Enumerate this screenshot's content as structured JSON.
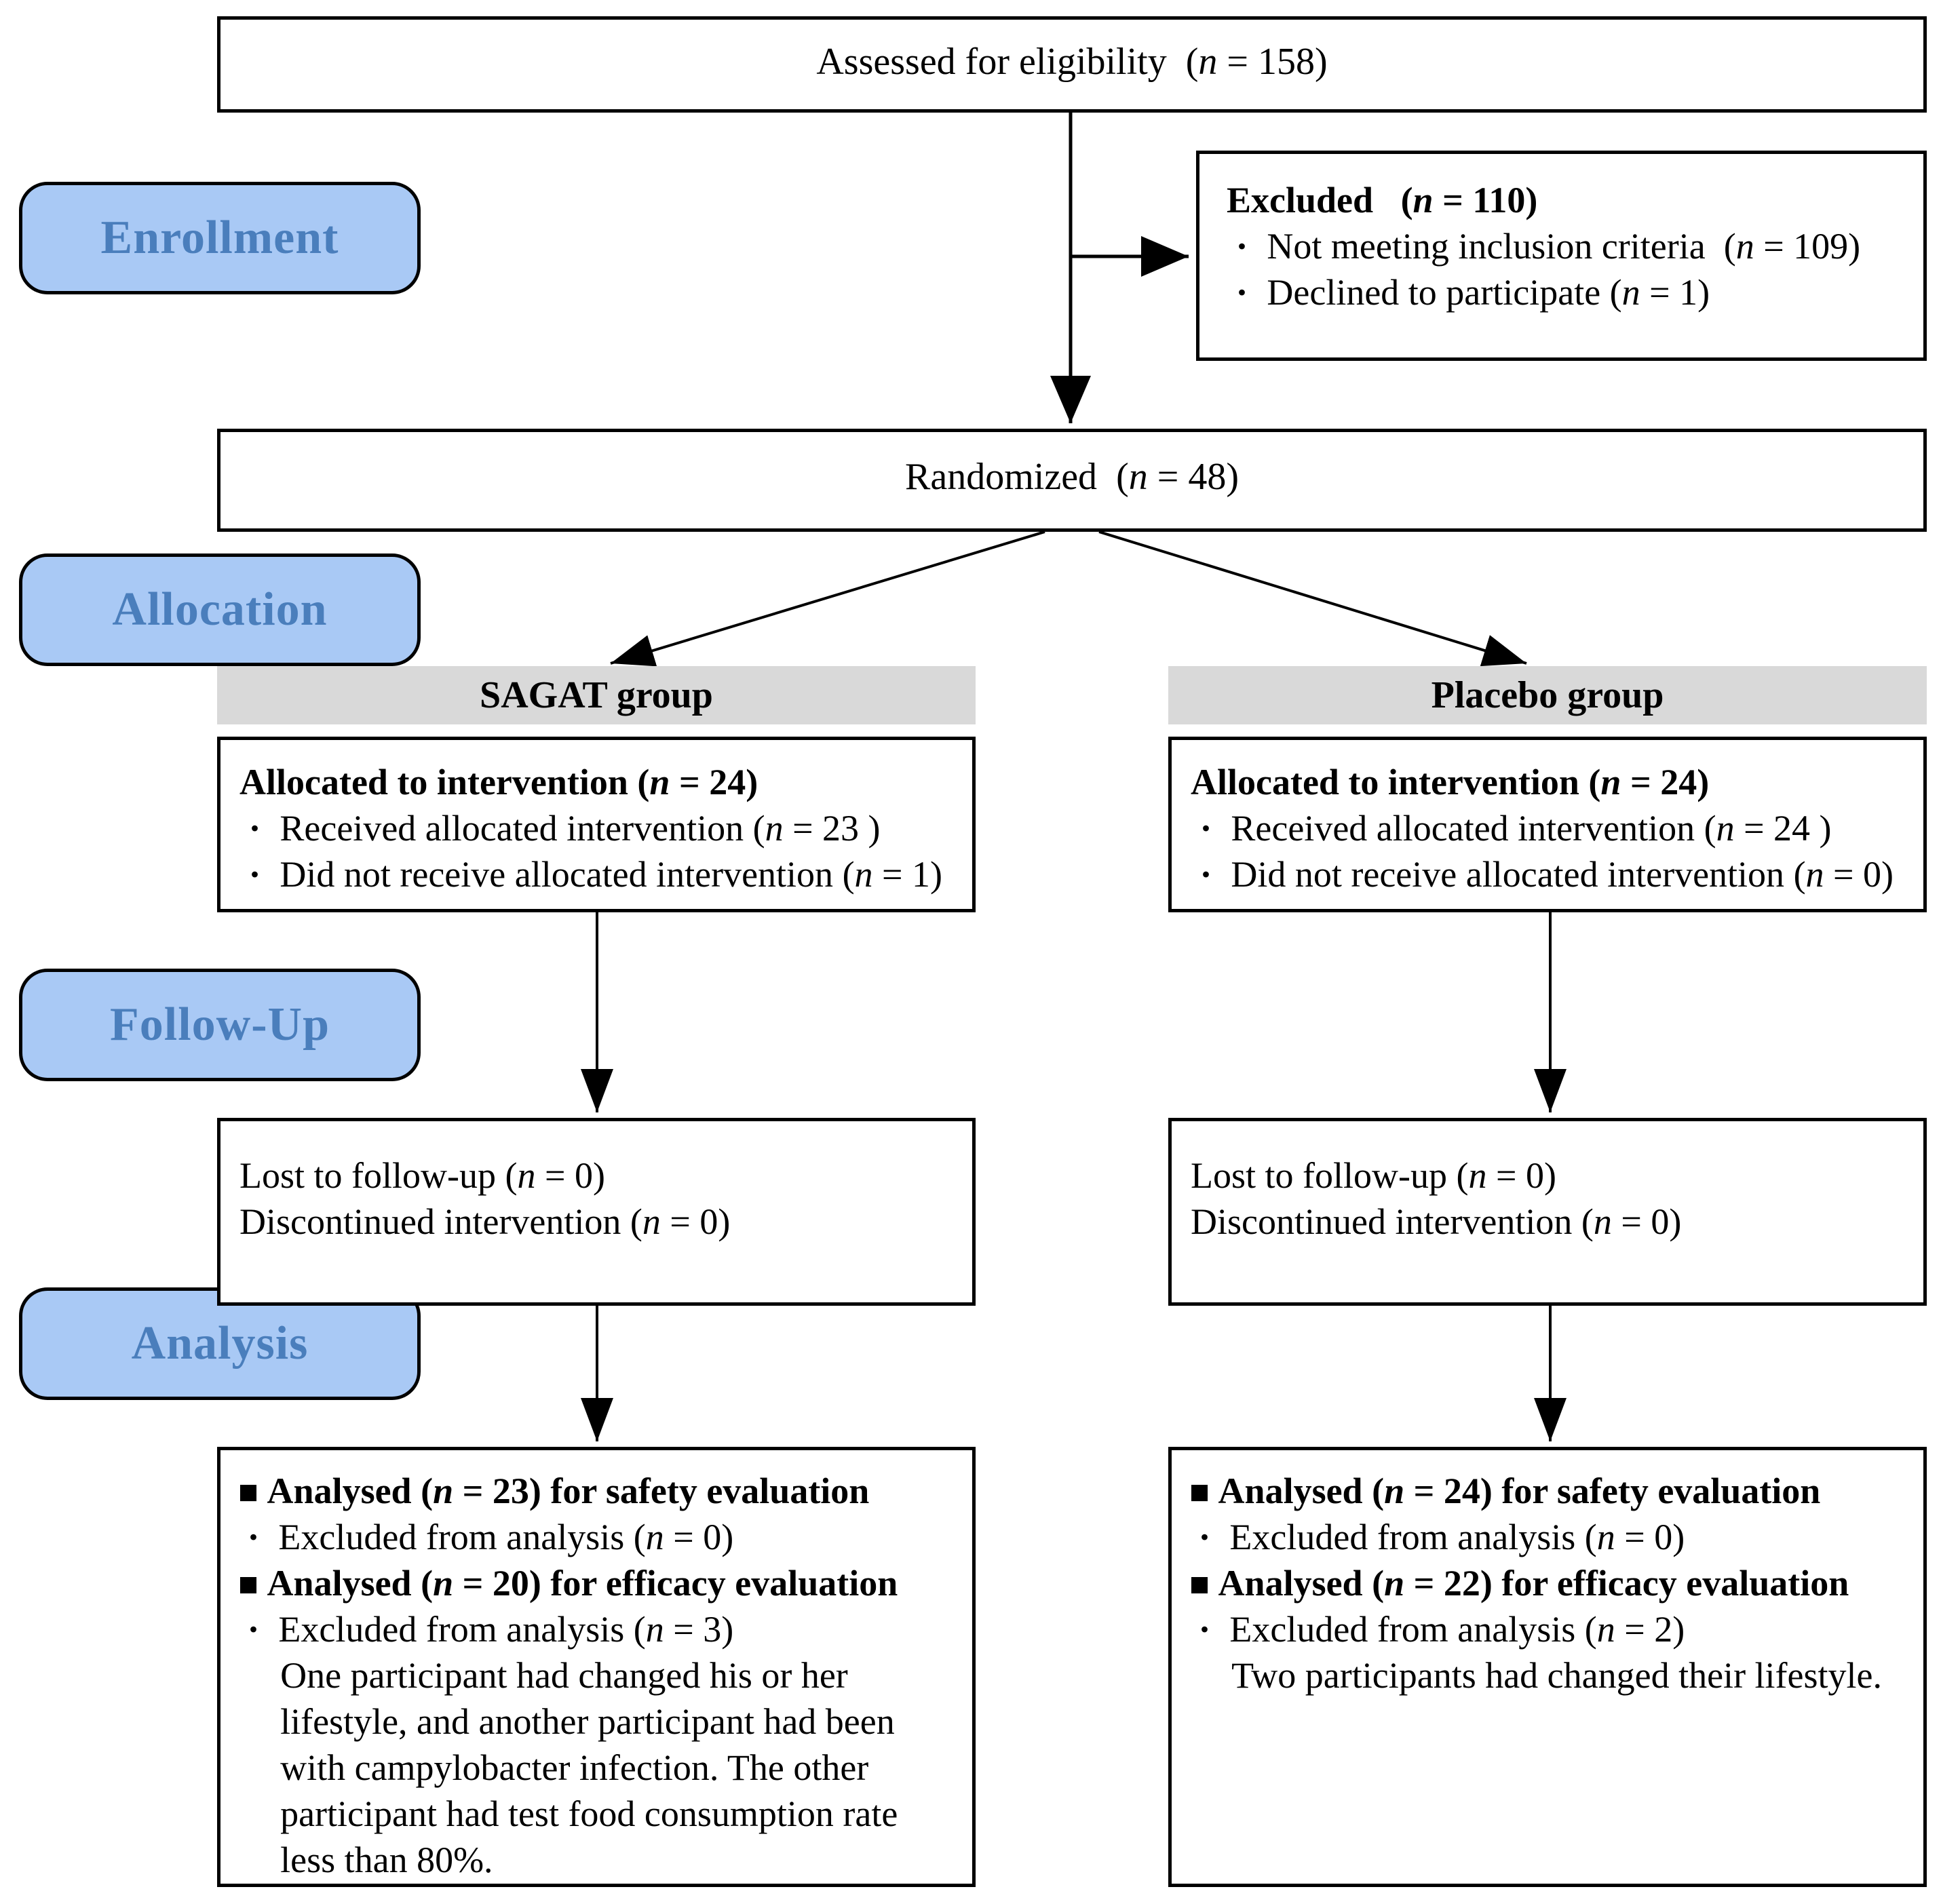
{
  "figure": {
    "type": "consort-flow-diagram",
    "colors": {
      "stage_fill": "#A9C9F5",
      "stage_text": "#4A7EBC",
      "group_header_fill": "#D9D9D9",
      "box_border": "#000000",
      "background": "#FFFFFF"
    }
  },
  "stages": [
    {
      "label": "Enrollment"
    },
    {
      "label": "Allocation"
    },
    {
      "label": "Follow-Up"
    },
    {
      "label": "Analysis"
    }
  ],
  "enrollment": {
    "assessed": {
      "text": "Assessed for eligibility",
      "n_prefix": "(",
      "n_var": "n",
      "n_eq": " = ",
      "n_value": "158",
      "n_suffix": ")"
    },
    "excluded": {
      "title": "Excluded",
      "title_n_open": "(",
      "title_n_var": "n",
      "title_n_eq": " = ",
      "title_n_value": "110",
      "title_n_close": ")",
      "items": [
        {
          "text": "Not meeting inclusion criteria",
          "n_open": "(",
          "n_var": "n",
          "n_eq": " = ",
          "n_value": "109",
          "n_close": ")"
        },
        {
          "text": "Declined to participate",
          "n_open": "(",
          "n_var": "n",
          "n_eq": " = ",
          "n_value": "1",
          "n_close": ")"
        }
      ]
    }
  },
  "randomized": {
    "text": "Randomized",
    "n_open": "(",
    "n_var": "n",
    "n_eq": " = ",
    "n_value": "48",
    "n_close": ")"
  },
  "arms": {
    "left": {
      "group_header": "SAGAT  group",
      "allocation": {
        "title": "Allocated to intervention",
        "title_n_open": "(",
        "title_n_var": "n",
        "title_n_eq": " = ",
        "title_n_value": "24",
        "title_n_close": ")",
        "items": [
          {
            "text": "Received  allocated intervention",
            "n_open": "(",
            "n_var": "n",
            "n_eq": " = ",
            "n_value": "23 ",
            "n_close": ")"
          },
          {
            "text": "Did not receive  allocated intervention",
            "n_open": "(",
            "n_var": "n",
            "n_eq": " = ",
            "n_value": "1",
            "n_close": ")"
          }
        ]
      },
      "followup": {
        "lines": [
          {
            "text": "Lost to follow-up ",
            "n_open": "(",
            "n_var": "n",
            "n_eq": " = ",
            "n_value": "0",
            "n_close": ")"
          },
          {
            "text": "Discontinued intervention ",
            "n_open": "(",
            "n_var": "n",
            "n_eq": " = ",
            "n_value": "0",
            "n_close": ")"
          }
        ]
      },
      "analysis": {
        "safety": {
          "text": "Analysed  ",
          "n_open": "(",
          "n_var": "n",
          "n_eq": " = ",
          "n_value": "23",
          "n_close": ")",
          "suffix": " for safety evaluation"
        },
        "safety_excluded": {
          "text": "Excluded  from analysis ",
          "n_open": "(",
          "n_var": "n",
          "n_eq": " = ",
          "n_value": "0",
          "n_close": ")"
        },
        "efficacy": {
          "text": "Analysed  ",
          "n_open": "(",
          "n_var": "n",
          "n_eq": " = ",
          "n_value": "20",
          "n_close": ")",
          "suffix": " for efficacy evaluation"
        },
        "efficacy_excluded": {
          "text": "Excluded  from analysis ",
          "n_open": "(",
          "n_var": "n",
          "n_eq": " = ",
          "n_value": "3",
          "n_close": ")"
        },
        "note": "One participant had changed  his or her lifestyle, and another participant had been with campylobacter infection.  The other participant had test food consumption rate less than 80%."
      }
    },
    "right": {
      "group_header": "Placebo  group",
      "allocation": {
        "title": "Allocated to intervention",
        "title_n_open": "(",
        "title_n_var": "n",
        "title_n_eq": " = ",
        "title_n_value": "24",
        "title_n_close": ")",
        "items": [
          {
            "text": "Received  allocated intervention",
            "n_open": "(",
            "n_var": "n",
            "n_eq": " = ",
            "n_value": "24 ",
            "n_close": ")"
          },
          {
            "text": "Did not receive  allocated intervention",
            "n_open": "(",
            "n_var": "n",
            "n_eq": " = ",
            "n_value": "0",
            "n_close": ")"
          }
        ]
      },
      "followup": {
        "lines": [
          {
            "text": "Lost to follow-up ",
            "n_open": "(",
            "n_var": "n",
            "n_eq": " = ",
            "n_value": "0",
            "n_close": ")"
          },
          {
            "text": "Discontinued intervention ",
            "n_open": "(",
            "n_var": "n",
            "n_eq": " = ",
            "n_value": "0",
            "n_close": ")"
          }
        ]
      },
      "analysis": {
        "safety": {
          "text": "Analysed  ",
          "n_open": "(",
          "n_var": "n",
          "n_eq": " = ",
          "n_value": "24",
          "n_close": ")",
          "suffix": " for safety evaluation"
        },
        "safety_excluded": {
          "text": "Excluded  from analysis ",
          "n_open": "(",
          "n_var": "n",
          "n_eq": " = ",
          "n_value": "0",
          "n_close": ")"
        },
        "efficacy": {
          "text": "Analysed ",
          "n_open": "(",
          "n_var": "n",
          "n_eq": " = ",
          "n_value": "22",
          "n_close": ")",
          "suffix": " for efficacy evaluation"
        },
        "efficacy_excluded": {
          "text": "Excluded  from analysis ",
          "n_open": "(",
          "n_var": "n",
          "n_eq": " = ",
          "n_value": "2",
          "n_close": ")"
        },
        "note": "Two participants had changed  their lifestyle."
      }
    }
  }
}
